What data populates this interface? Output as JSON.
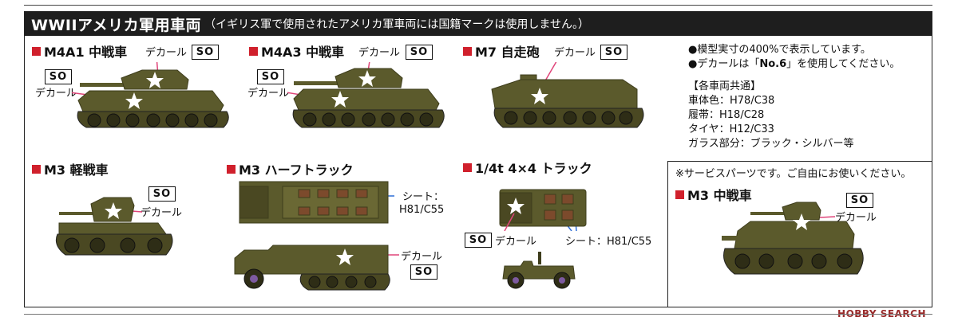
{
  "header": {
    "title": "WWIIアメリカ軍用車両",
    "note": "（イギリス軍で使用されたアメリカ軍車両には国籍マークは使用しません。）"
  },
  "decal_word": "デカール",
  "badge_text": "SO",
  "vehicles": {
    "m4a1": {
      "title": "M4A1 中戦車"
    },
    "m4a3": {
      "title": "M4A3 中戦車"
    },
    "m7": {
      "title": "M7 自走砲"
    },
    "m3_light": {
      "title": "M3 軽戦車"
    },
    "m3_half": {
      "title": "M3 ハーフトラック",
      "seat_label_line1": "シート：",
      "seat_label_line2": "H81/C55"
    },
    "jeep": {
      "title": "1/4t 4×4 トラック",
      "seat_label": "シート：H81/C55"
    },
    "m3_medium": {
      "title": "M3 中戦車"
    }
  },
  "info": {
    "line1": "●模型実寸の400%で表示しています。",
    "line2_pre": "●デカールは「",
    "line2_bold": "No.6",
    "line2_post": "」を使用してください。",
    "common_heading": "【各車両共通】",
    "body_color": "車体色：H78/C38",
    "tracks": "履帯：H18/C28",
    "tires": "タイヤ：H12/C33",
    "glass": "ガラス部分：ブラック・シルバー等"
  },
  "service_note": "※サービスパーツです。ご自由にお使いください。",
  "watermark": "HOBBY SEARCH",
  "colors": {
    "olive": "#5b5a2c",
    "olive_dark": "#3e3d1c",
    "olive_light": "#7a7840",
    "lead_pink": "#e0457a",
    "lead_blue": "#2f6fd6",
    "square_red": "#d0202c"
  }
}
